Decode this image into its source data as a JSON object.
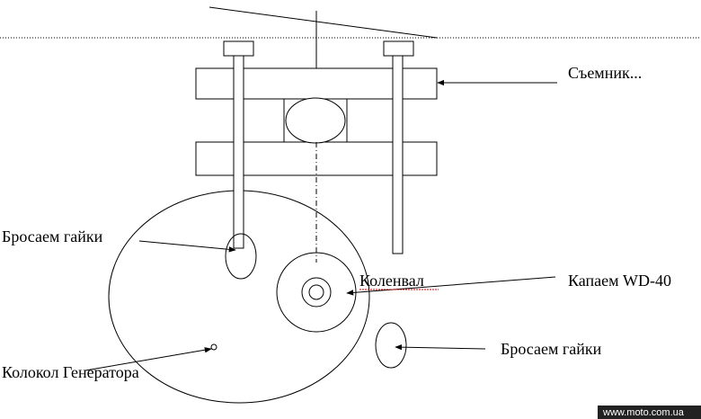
{
  "labels": {
    "puller": "Съемник...",
    "drop_nuts_left": "Бросаем гайки",
    "drop_nuts_right": "Бросаем гайки",
    "crankshaft": "Коленвал",
    "apply_wd40": "Капаем WD-40",
    "generator_bell": "Колокол Генератора"
  },
  "watermark": "www.moto.com.ua",
  "colors": {
    "stroke": "#000000",
    "background": "#ffffff",
    "underline": "#cc0000"
  }
}
